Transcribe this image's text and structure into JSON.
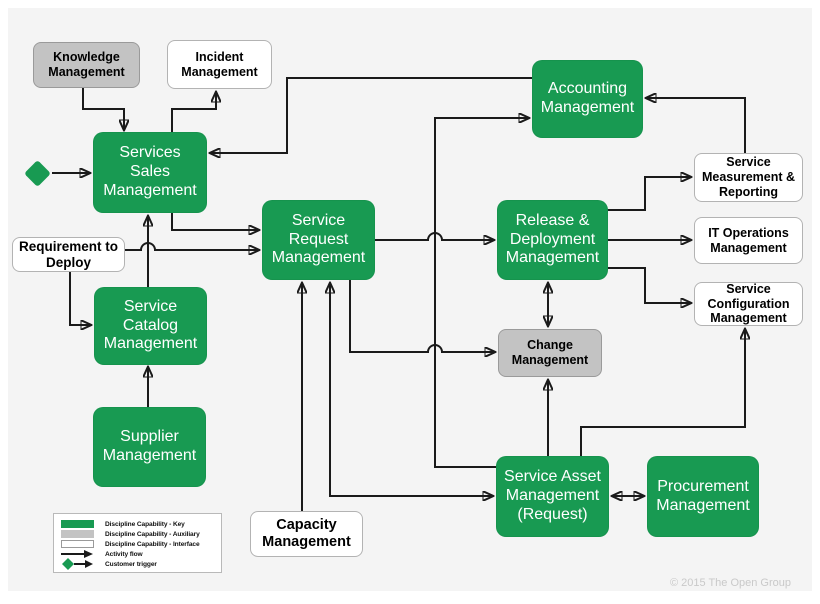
{
  "copyright": "© 2015 The Open Group",
  "colors": {
    "key_green": "#189a52",
    "auxiliary_gray": "#c3c3c3",
    "interface_white": "#ffffff",
    "connector_black": "#1a1a1a",
    "background": "#f4f4f4"
  },
  "nodes": {
    "knowledge_management": {
      "label": "Knowledge Management",
      "type": "auxiliary"
    },
    "incident_management": {
      "label": "Incident Management",
      "type": "interface"
    },
    "services_sales_management": {
      "label": "Services Sales Management",
      "type": "key"
    },
    "requirement_to_deploy": {
      "label": "Requirement to Deploy",
      "type": "interface"
    },
    "service_catalog_management": {
      "label": "Service Catalog Management",
      "type": "key"
    },
    "supplier_management": {
      "label": "Supplier Management",
      "type": "key"
    },
    "service_request_management": {
      "label": "Service Request Management",
      "type": "key"
    },
    "capacity_management": {
      "label": "Capacity Management",
      "type": "interface"
    },
    "accounting_management": {
      "label": "Accounting Management",
      "type": "key"
    },
    "release_deployment_management": {
      "label": "Release & Deployment Management",
      "type": "key"
    },
    "change_management": {
      "label": "Change Management",
      "type": "auxiliary"
    },
    "service_asset_management": {
      "label": "Service Asset Management (Request)",
      "type": "key"
    },
    "procurement_management": {
      "label": "Procurement Management",
      "type": "key"
    },
    "service_measurement_reporting": {
      "label": "Service Measurement & Reporting",
      "type": "interface"
    },
    "it_operations_management": {
      "label": "IT Operations Management",
      "type": "interface"
    },
    "service_configuration_management": {
      "label": "Service Configuration Management",
      "type": "interface"
    }
  },
  "connections": [
    {
      "from": "Knowledge Management",
      "to": "Services Sales Management",
      "arrow": "single"
    },
    {
      "from": "Services Sales Management",
      "to": "Incident Management",
      "arrow": "single"
    },
    {
      "from": "Accounting Management",
      "to": "Services Sales Management",
      "arrow": "single"
    },
    {
      "from": "Customer trigger",
      "to": "Services Sales Management",
      "arrow": "single"
    },
    {
      "from": "Services Sales Management",
      "to": "Service Request Management",
      "arrow": "single"
    },
    {
      "from": "Requirement to Deploy",
      "to": "Service Request Management",
      "arrow": "single"
    },
    {
      "from": "Service Catalog Management",
      "to": "Services Sales Management",
      "arrow": "single"
    },
    {
      "from": "Requirement to Deploy",
      "to": "Service Catalog Management",
      "arrow": "single"
    },
    {
      "from": "Supplier Management",
      "to": "Service Catalog Management",
      "arrow": "single"
    },
    {
      "from": "Service Request Management",
      "to": "Release & Deployment Management",
      "arrow": "single"
    },
    {
      "from": "Service Request Management",
      "to": "Service Asset Management (Request)",
      "arrow": "double"
    },
    {
      "from": "Capacity Management",
      "to": "Service Request Management",
      "arrow": "single"
    },
    {
      "from": "Service Request Management",
      "to": "Change Management",
      "arrow": "single"
    },
    {
      "from": "Service Asset Management (Request)",
      "to": "Accounting Management",
      "arrow": "single"
    },
    {
      "from": "Release & Deployment Management",
      "to": "Change Management",
      "arrow": "double"
    },
    {
      "from": "Service Asset Management (Request)",
      "to": "Change Management",
      "arrow": "single"
    },
    {
      "from": "Service Asset Management (Request)",
      "to": "Service Configuration Management",
      "arrow": "single"
    },
    {
      "from": "Service Asset Management (Request)",
      "to": "Procurement Management",
      "arrow": "double"
    },
    {
      "from": "Release & Deployment Management",
      "to": "Service Measurement & Reporting",
      "arrow": "single"
    },
    {
      "from": "Release & Deployment Management",
      "to": "IT Operations Management",
      "arrow": "single"
    },
    {
      "from": "Release & Deployment Management",
      "to": "Service Configuration Management",
      "arrow": "single"
    },
    {
      "from": "Service Measurement & Reporting",
      "to": "Accounting Management",
      "arrow": "single"
    }
  ],
  "legend": {
    "items": [
      {
        "label": "Discipline Capability - Key",
        "swatch": "key-green-rect"
      },
      {
        "label": "Discipline Capability - Auxiliary",
        "swatch": "auxiliary-gray-rect"
      },
      {
        "label": "Discipline Capability - Interface",
        "swatch": "interface-white-rect"
      },
      {
        "label": "Activity flow",
        "swatch": "arrow"
      },
      {
        "label": "Customer trigger",
        "swatch": "diamond-arrow"
      }
    ]
  }
}
